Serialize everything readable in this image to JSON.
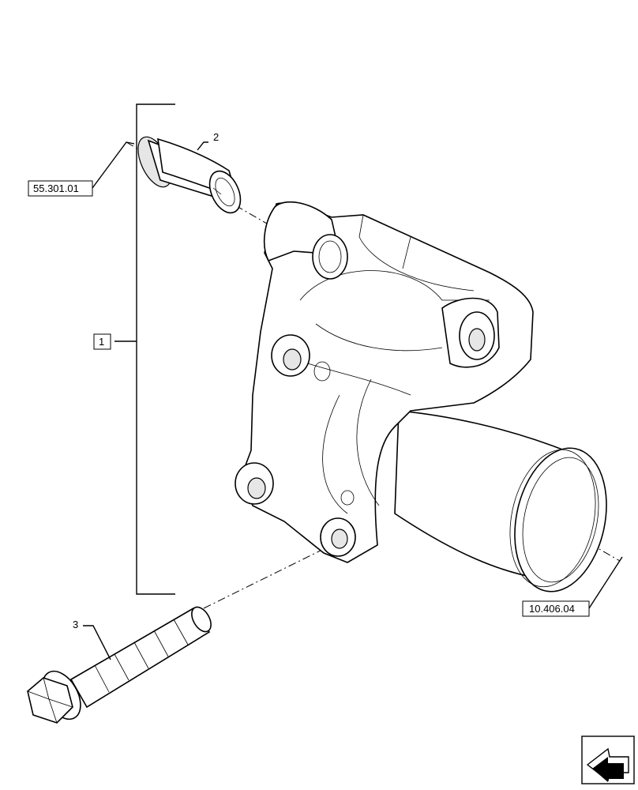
{
  "callouts": {
    "item_1": "1",
    "item_2": "2",
    "item_3": "3",
    "ref_sleeve": "55.301.01",
    "ref_outlet": "10.406.04"
  },
  "icons": {
    "nav": "next-page-arrow-icon"
  }
}
